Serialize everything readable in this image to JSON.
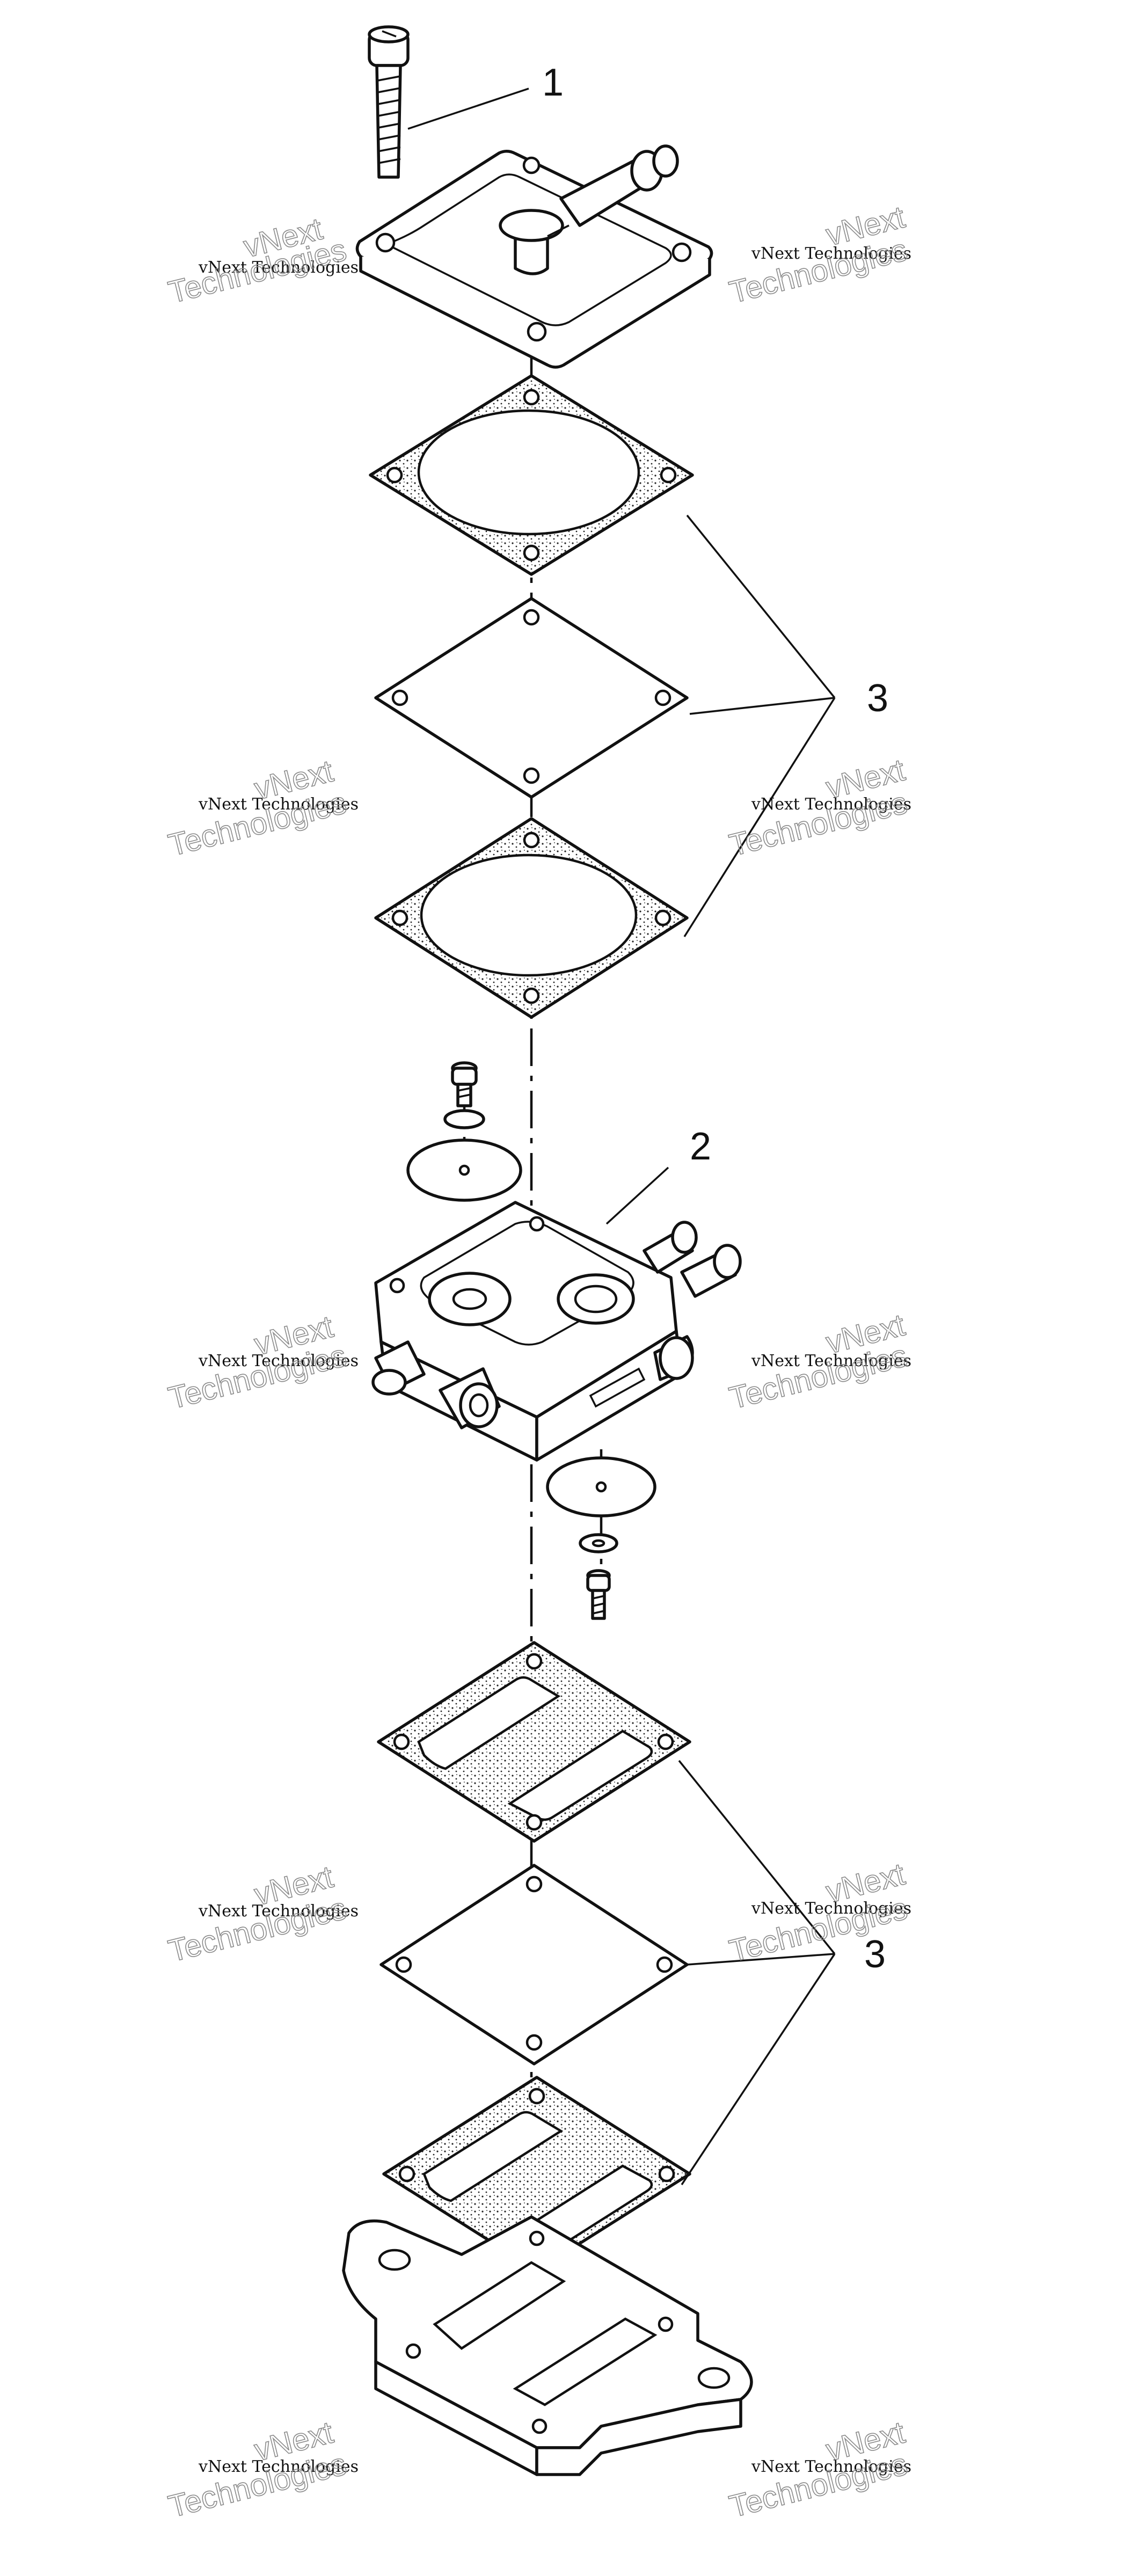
{
  "diagram": {
    "callouts": [
      "1",
      "2",
      "3",
      "3"
    ],
    "watermark": {
      "company": "vNext Technologies",
      "word1": "vNext",
      "word2": "Technologies"
    }
  }
}
